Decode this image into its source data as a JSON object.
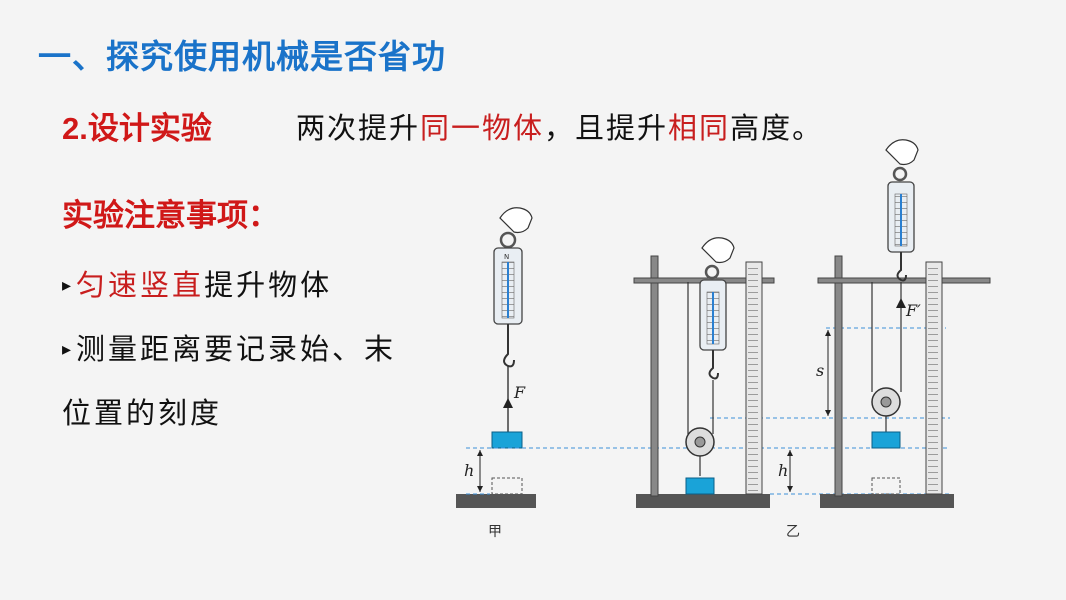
{
  "title": "一、探究使用机械是否省功",
  "step": {
    "label": "2.设计实验",
    "text_parts": [
      "两次提升",
      "同一物体",
      "，且提升",
      "相同",
      "高度。"
    ]
  },
  "notes": {
    "title": "实验注意事项：",
    "bullet": "▸",
    "item1_red": "匀速竖直",
    "item1_rest": "提升物体",
    "item2_line1": "测量距离要记录始、末",
    "item2_line2": "位置的刻度"
  },
  "figure": {
    "captions": [
      "甲",
      "乙"
    ],
    "labels": {
      "force_a": "F",
      "force_b": "F′",
      "height_a": "h",
      "height_b": "h",
      "distance": "s",
      "scale_unit": "N"
    }
  },
  "colors": {
    "title": "#1a73c9",
    "accent_red": "#c81e1e",
    "dashed_guides": "#3b8fd8",
    "block": "#1aa3d8"
  }
}
